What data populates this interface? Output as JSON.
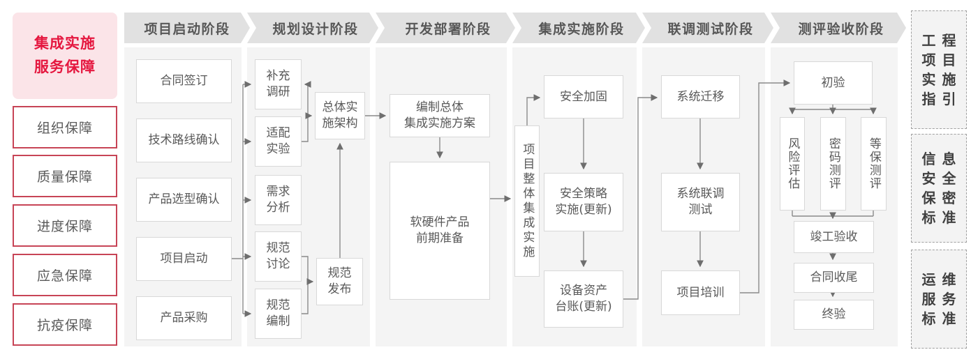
{
  "colors": {
    "accent_red": "#e5173f",
    "guarantee_border": "#c74456",
    "title_bg": "#fbe4e8",
    "phase_header_bg": "#e1e1e1",
    "panel_bg": "#f4f4f4",
    "node_border": "#d8d8d8",
    "node_text": "#595959",
    "connector": "#8a8a8a"
  },
  "left_panel": {
    "title": "集成实施\n服务保障",
    "items": [
      {
        "label": "组织保障"
      },
      {
        "label": "质量保障"
      },
      {
        "label": "进度保障"
      },
      {
        "label": "应急保障"
      },
      {
        "label": "抗疫保障"
      }
    ]
  },
  "phases": [
    {
      "label": "项目启动阶段",
      "nodes": [
        {
          "label": "合同签订"
        },
        {
          "label": "技术路线确认"
        },
        {
          "label": "产品选型确认"
        },
        {
          "label": "项目启动"
        },
        {
          "label": "产品采购"
        }
      ]
    },
    {
      "label": "规划设计阶段",
      "nodes": [
        {
          "label": "补充\n调研"
        },
        {
          "label": "适配\n实验"
        },
        {
          "label": "需求\n分析"
        },
        {
          "label": "规范\n讨论"
        },
        {
          "label": "规范\n编制"
        },
        {
          "label": "总体实\n施架构"
        },
        {
          "label": "规范\n发布"
        }
      ]
    },
    {
      "label": "开发部署阶段",
      "nodes": [
        {
          "label": "编制总体\n集成实施方案"
        },
        {
          "label": "软硬件产品\n前期准备"
        }
      ]
    },
    {
      "label": "集成实施阶段",
      "nodes": [
        {
          "label": "项目整体集成实施"
        },
        {
          "label": "安全加固"
        },
        {
          "label": "安全策略\n实施(更新)"
        },
        {
          "label": "设备资产\n台账(更新)"
        }
      ]
    },
    {
      "label": "联调测试阶段",
      "nodes": [
        {
          "label": "系统迁移"
        },
        {
          "label": "系统联调\n测试"
        },
        {
          "label": "项目培训"
        }
      ]
    },
    {
      "label": "测评验收阶段",
      "nodes": [
        {
          "label": "初验"
        },
        {
          "label": "风险评估"
        },
        {
          "label": "密码测评"
        },
        {
          "label": "等保测评"
        },
        {
          "label": "竣工验收"
        },
        {
          "label": "合同收尾"
        },
        {
          "label": "终验"
        }
      ]
    }
  ],
  "right_panel": {
    "items": [
      {
        "text": "工程\n项目\n实施\n指引"
      },
      {
        "text": "信息\n安全\n保密\n标准"
      },
      {
        "text": "运维\n服务\n标准"
      }
    ]
  }
}
